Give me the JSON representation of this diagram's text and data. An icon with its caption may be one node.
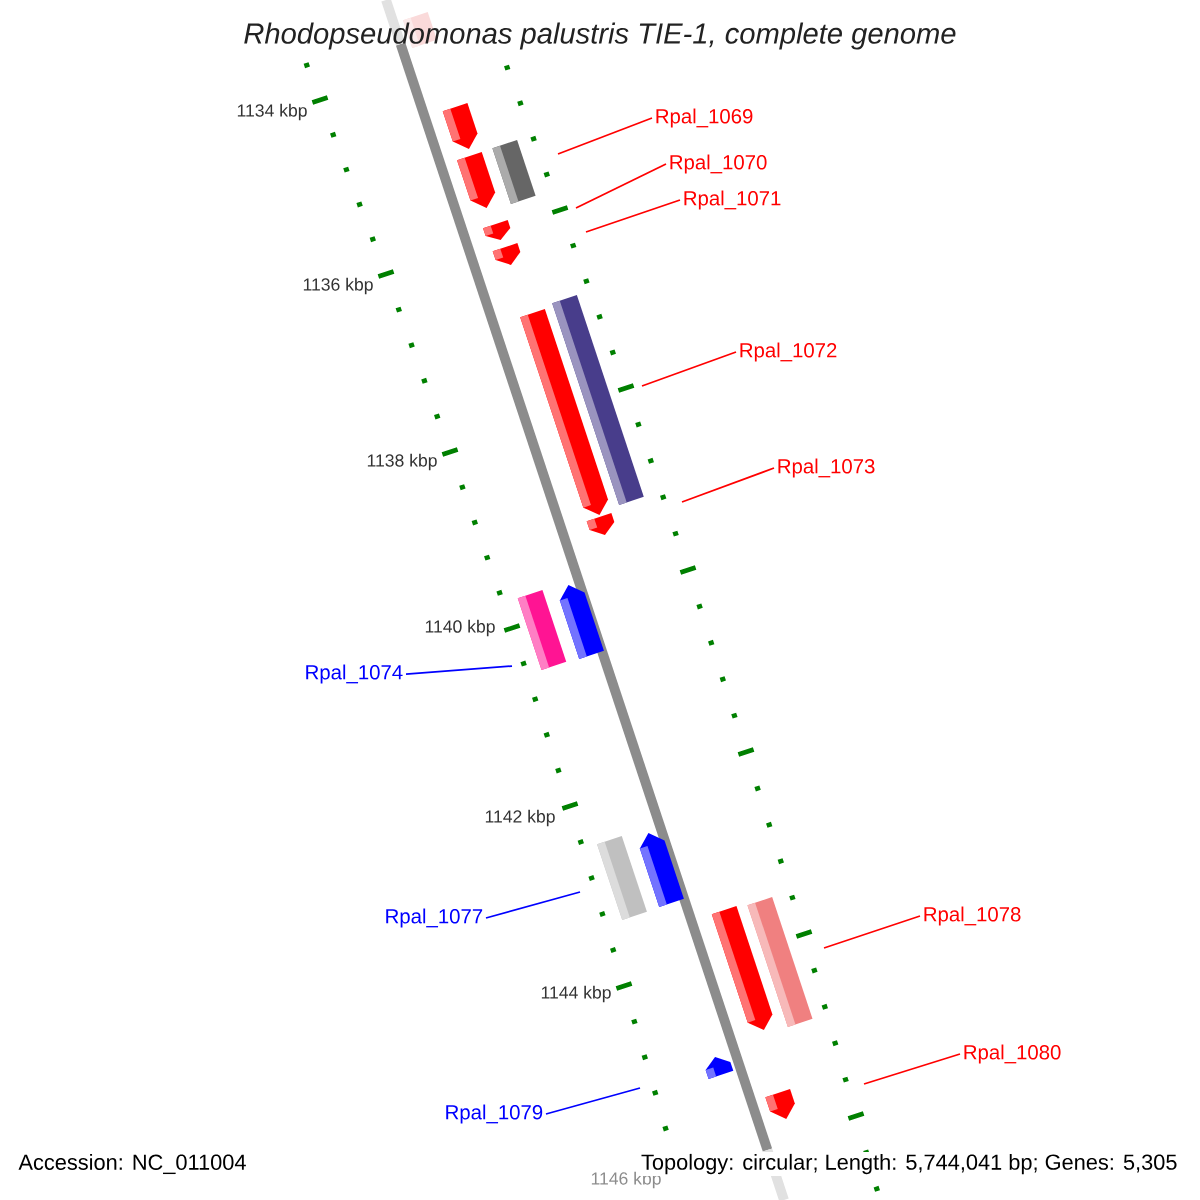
{
  "diagram": {
    "title": "Rhodopseudomonas palustris TIE-1, complete genome",
    "nodes": [
      {
        "text": [
          "Rpal_1069"
        ]
      },
      {
        "text": [
          "Rpal_1070"
        ]
      },
      {
        "text": [
          "Rpal_1071"
        ]
      },
      {
        "text": [
          "Rpal_1072"
        ]
      },
      {
        "text": [
          "Rpal_1073"
        ]
      },
      {
        "text": [
          "Rpal_1074"
        ]
      },
      {
        "text": [
          "Rpal_1077"
        ]
      },
      {
        "text": [
          "Rpal_1078"
        ]
      },
      {
        "text": [
          "Rpal_1080"
        ]
      },
      {
        "text": [
          "Rpal_1079"
        ]
      }
    ],
    "edges": [
      {
        "from": 0,
        "to": null,
        "arrow": "none"
      },
      {
        "from": 1,
        "to": null,
        "arrow": "none"
      },
      {
        "from": 2,
        "to": null,
        "arrow": "none"
      },
      {
        "from": 3,
        "to": null,
        "arrow": "none"
      },
      {
        "from": 4,
        "to": null,
        "arrow": "none"
      },
      {
        "from": 5,
        "to": null,
        "arrow": "none",
        "color": "#0000ff"
      },
      {
        "from": 6,
        "to": null,
        "arrow": "none",
        "color": "#0000ff"
      },
      {
        "from": 7,
        "to": null,
        "arrow": "none"
      },
      {
        "from": 8,
        "to": null,
        "arrow": "none"
      },
      {
        "from": 9,
        "to": null,
        "arrow": "none",
        "color": "#0000ff"
      }
    ],
    "labels": [
      "1134 kbp",
      "1136 kbp",
      "1138 kbp",
      "1140 kbp",
      "1142 kbp",
      "1144 kbp",
      "1146 kbp",
      "Accession: NC_011004",
      "Topology: circular; Length: 5,744,041 bp; Genes: 5,305"
    ]
  }
}
